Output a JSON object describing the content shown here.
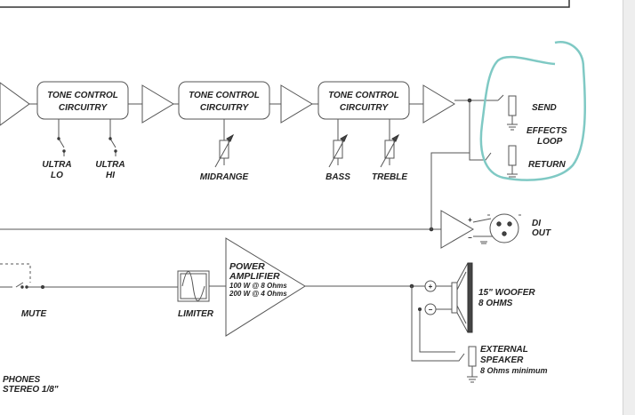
{
  "blocks": {
    "tone1": {
      "line1": "TONE CONTROL",
      "line2": "CIRCUITRY"
    },
    "tone2": {
      "line1": "TONE CONTROL",
      "line2": "CIRCUITRY"
    },
    "tone3": {
      "line1": "TONE CONTROL",
      "line2": "CIRCUITRY"
    }
  },
  "switches": {
    "ultra_lo": {
      "line1": "ULTRA",
      "line2": "LO"
    },
    "ultra_hi": {
      "line1": "ULTRA",
      "line2": "HI"
    }
  },
  "pots": {
    "midrange": "MIDRANGE",
    "bass": "BASS",
    "treble": "TREBLE"
  },
  "effects_loop": {
    "send": "SEND",
    "label_line1": "EFFECTS",
    "label_line2": "LOOP",
    "return": "RETURN"
  },
  "di_out": {
    "line1": "DI",
    "line2": "OUT"
  },
  "mute": "MUTE",
  "limiter": "LIMITER",
  "power_amp": {
    "line1": "POWER",
    "line2": "AMPLIFIER",
    "line3": "100 W @ 8 Ohms",
    "line4": "200 W @ 4 Ohms"
  },
  "woofer": {
    "line1": "15\" WOOFER",
    "line2": "8 OHMS"
  },
  "external_speaker": {
    "line1": "EXTERNAL",
    "line2": "SPEAKER",
    "line3": "8 Ohms minimum"
  },
  "phones": {
    "line1": "PHONES",
    "line2": "STEREO 1/8\""
  },
  "terminals": {
    "plus": "+",
    "minus": "−"
  }
}
